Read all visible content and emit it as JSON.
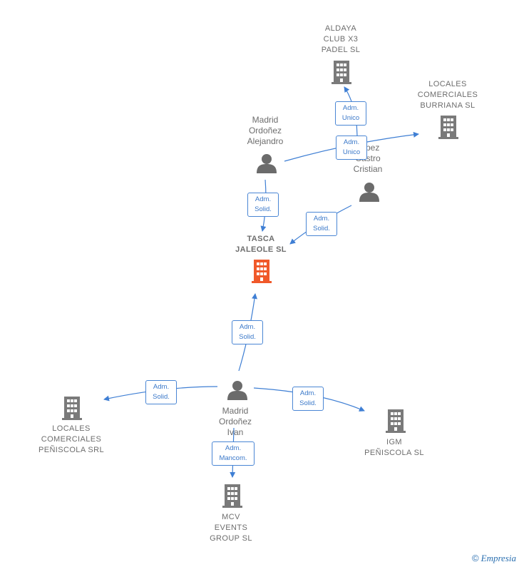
{
  "colors": {
    "edge": "#3f7fd4",
    "company": "#7a7a7a",
    "main_company": "#f0592a",
    "person": "#6b6b6b"
  },
  "nodes": {
    "aldaya": {
      "label": "ALDAYA\nCLUB X3\nPADEL  SL",
      "icon": "building-icon"
    },
    "locales_burriana": {
      "label": "LOCALES\nCOMERCIALES\nBURRIANA  SL",
      "icon": "building-icon"
    },
    "madrid_alejandro": {
      "label": "Madrid\nOrdoñez\nAlejandro",
      "icon": "person-icon"
    },
    "lopez_cristian": {
      "label": "Lopez\nCastro\nCristian",
      "icon": "person-icon"
    },
    "tasca": {
      "label": "TASCA\nJALEOLE  SL",
      "icon": "building-icon"
    },
    "madrid_ivan": {
      "label": "Madrid\nOrdoñez\nIvan",
      "icon": "person-icon"
    },
    "locales_peniscola": {
      "label": "LOCALES\nCOMERCIALES\nPEÑISCOLA SRL",
      "icon": "building-icon"
    },
    "igm": {
      "label": "IGM\nPEÑISCOLA  SL",
      "icon": "building-icon"
    },
    "mcv": {
      "label": "MCV\nEVENTS\nGROUP  SL",
      "icon": "building-icon"
    }
  },
  "edges": [
    {
      "label": "Adm.\nUnico"
    },
    {
      "label": "Adm.\nUnico"
    },
    {
      "label": "Adm.\nSolid."
    },
    {
      "label": "Adm.\nSolid."
    },
    {
      "label": "Adm.\nSolid."
    },
    {
      "label": "Adm.\nSolid."
    },
    {
      "label": "Adm.\nSolid."
    },
    {
      "label": "Adm.\nMancom."
    }
  ],
  "footer": {
    "copyright": "©",
    "brand": "Empresia"
  }
}
